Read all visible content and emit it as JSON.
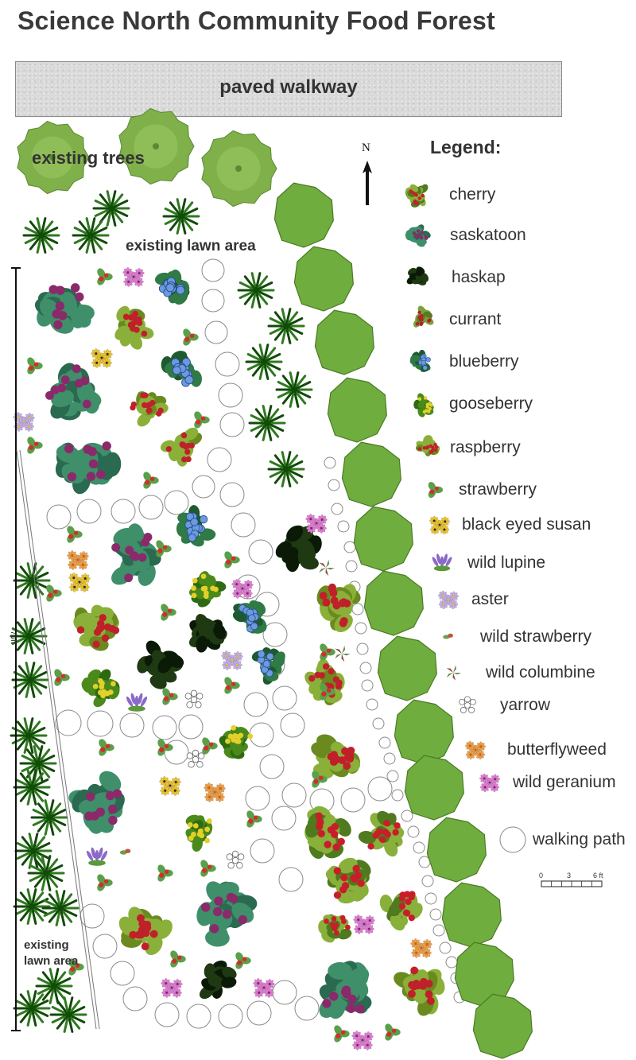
{
  "title": "Science North Community Food Forest",
  "walkway_label": "paved walkway",
  "labels": {
    "existing_trees": "existing trees",
    "existing_lawn_top": "existing lawn area",
    "existing_lawn_bottom_line1": "existing",
    "existing_lawn_bottom_line2": "lawn area",
    "north": "N",
    "dimension": "70ft"
  },
  "legend": {
    "heading": "Legend:",
    "items": [
      {
        "key": "cherry",
        "label": "cherry",
        "icon": "cherry-icon",
        "color": "#7aa23a"
      },
      {
        "key": "saskatoon",
        "label": "saskatoon",
        "icon": "saskatoon-icon",
        "color": "#3f8f6a"
      },
      {
        "key": "haskap",
        "label": "haskap",
        "icon": "haskap-icon",
        "color": "#1f3a12"
      },
      {
        "key": "currant",
        "label": "currant",
        "icon": "currant-icon",
        "color": "#6c9a2a"
      },
      {
        "key": "blueberry",
        "label": "blueberry",
        "icon": "blueberry-icon",
        "color": "#5a8fd6"
      },
      {
        "key": "gooseberry",
        "label": "gooseberry",
        "icon": "gooseberry-icon",
        "color": "#4a8a1a"
      },
      {
        "key": "raspberry",
        "label": "raspberry",
        "icon": "raspberry-icon",
        "color": "#c0392b"
      },
      {
        "key": "strawberry",
        "label": "strawberry",
        "icon": "strawberry-icon",
        "color": "#c94a3a"
      },
      {
        "key": "black_eyed_susan",
        "label": "black eyed susan",
        "icon": "black-eyed-susan-icon",
        "color": "#e7c32a"
      },
      {
        "key": "wild_lupine",
        "label": "wild lupine",
        "icon": "wild-lupine-icon",
        "color": "#8a6ac8"
      },
      {
        "key": "aster",
        "label": "aster",
        "icon": "aster-icon",
        "color": "#b9a0e0"
      },
      {
        "key": "wild_strawberry",
        "label": "wild strawberry",
        "icon": "wild-strawberry-icon",
        "color": "#b85a3a"
      },
      {
        "key": "wild_columbine",
        "label": "wild columbine",
        "icon": "wild-columbine-icon",
        "color": "#9a4a4a"
      },
      {
        "key": "yarrow",
        "label": "yarrow",
        "icon": "yarrow-icon",
        "color": "#ffffff"
      },
      {
        "key": "butterflyweed",
        "label": "butterflyweed",
        "icon": "butterflyweed-icon",
        "color": "#f0963a"
      },
      {
        "key": "wild_geranium",
        "label": "wild geranium",
        "icon": "wild-geranium-icon",
        "color": "#e070d0"
      },
      {
        "key": "walking_path",
        "label": "walking path",
        "icon": "walking-path-icon",
        "color": "#ffffff"
      }
    ]
  },
  "scale": {
    "ticks": [
      "0",
      "3",
      "6 ft"
    ]
  },
  "colors": {
    "hedge": "#70ad3f",
    "hedge_stroke": "#4a7a22",
    "tree": "#7fb04a",
    "walkway": "#d9d9d9"
  }
}
